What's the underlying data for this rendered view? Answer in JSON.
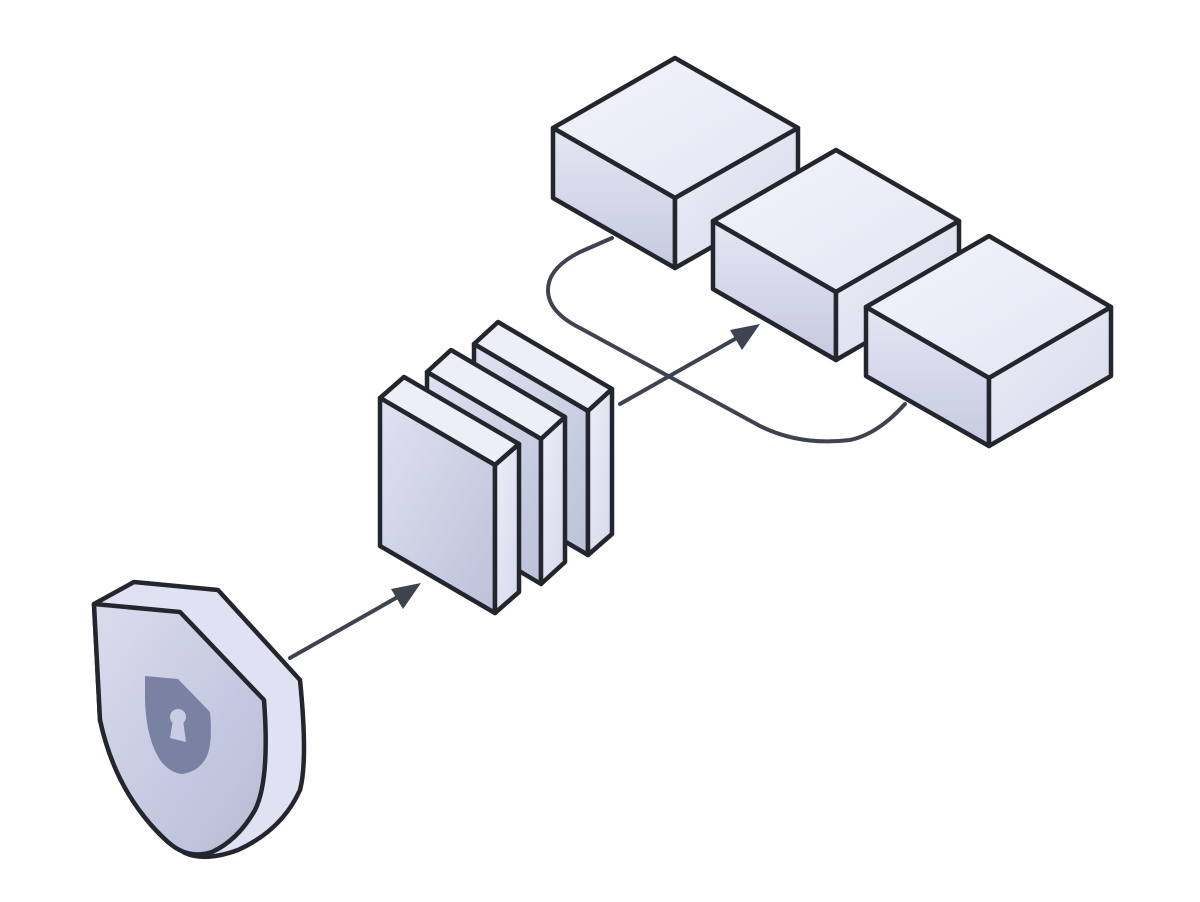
{
  "diagram": {
    "palette": {
      "outline": "#23262d",
      "connector": "#3e4350",
      "face_top": "#eceef8",
      "face_left": "#d9dced",
      "face_right_light": "#e3e6f3",
      "face_right_dark": "#b8bcd2",
      "shield_front": "#c9cde3",
      "shield_side": "#dfe2f2",
      "keyhole_badge": "#7a82a3",
      "keyhole": "#c9cde3"
    },
    "nodes": [
      {
        "id": "shield",
        "icon": "shield-keyhole-icon"
      },
      {
        "id": "layered-gateway",
        "icon": "stacked-panels-icon"
      },
      {
        "id": "box-1",
        "icon": "cube-icon"
      },
      {
        "id": "box-2",
        "icon": "cube-icon"
      },
      {
        "id": "box-3",
        "icon": "cube-icon"
      }
    ],
    "edges": [
      {
        "from": "shield",
        "to": "layered-gateway",
        "style": "arrow"
      },
      {
        "from": "layered-gateway",
        "to": "box-2",
        "style": "arrow"
      },
      {
        "from": "box-1",
        "to": "box-3",
        "style": "curved-line"
      }
    ]
  }
}
